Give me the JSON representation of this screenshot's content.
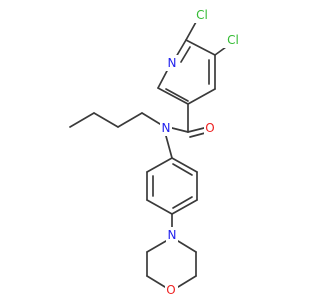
{
  "molecule": {
    "colors": {
      "bond": "#3a3a3a",
      "carbon": "#3a3a3a",
      "nitrogen": "#2222ee",
      "oxygen": "#ee2222",
      "chlorine": "#33bb33"
    },
    "atoms": {
      "cl_left": {
        "label": "Cl",
        "element": "chlorine"
      },
      "cl_right": {
        "label": "Cl",
        "element": "chlorine"
      },
      "n_pyridine": {
        "label": "N",
        "element": "nitrogen"
      },
      "n_amide": {
        "label": "N",
        "element": "nitrogen"
      },
      "o_carbonyl": {
        "label": "O",
        "element": "oxygen"
      },
      "n_morpholine": {
        "label": "N",
        "element": "nitrogen"
      },
      "o_morpholine": {
        "label": "O",
        "element": "oxygen"
      }
    }
  }
}
